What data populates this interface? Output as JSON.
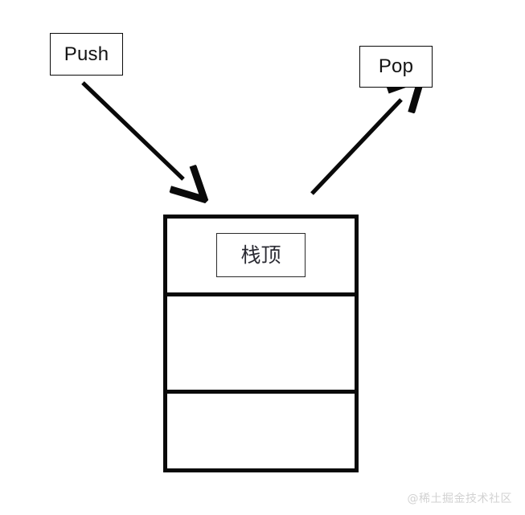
{
  "diagram": {
    "title": "Stack push and pop operations diagram",
    "background_color": "#ffffff",
    "stroke_color": "#0a0a0a",
    "watermark": "@稀土掘金技术社区",
    "watermark_color": "#d2d2d2"
  },
  "labels": {
    "push": "Push",
    "pop": "Pop",
    "stack_top": "栈顶"
  },
  "stack": {
    "cells": [
      {
        "label": "栈顶",
        "has_label_box": true
      },
      {
        "label": "",
        "has_label_box": false
      },
      {
        "label": "",
        "has_label_box": false
      }
    ],
    "cell_count": "3"
  },
  "arrows": {
    "push_arrow": {
      "name": "push-arrow",
      "direction": "down-right",
      "from": "Push",
      "to": "stack-top-cell"
    },
    "pop_arrow": {
      "name": "pop-arrow",
      "direction": "up-right",
      "from": "stack-top-cell",
      "to": "Pop"
    }
  }
}
